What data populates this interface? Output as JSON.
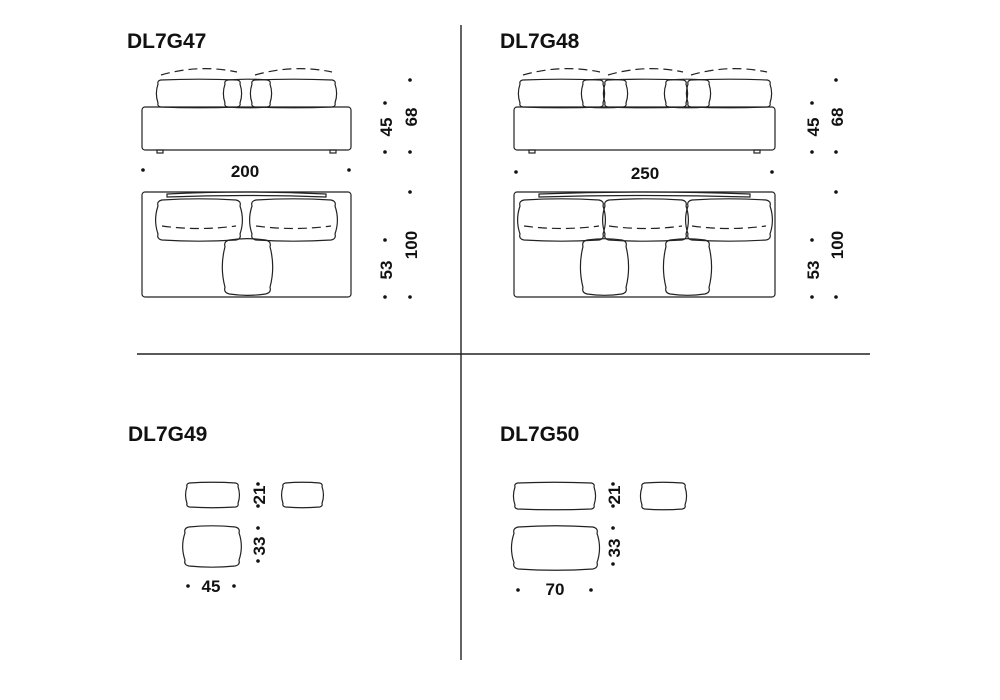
{
  "models": [
    {
      "code": "DL7G47",
      "width": "200",
      "seat_height": "45",
      "total_height": "68",
      "depth": "100",
      "seat_depth": "53"
    },
    {
      "code": "DL7G48",
      "width": "250",
      "seat_height": "45",
      "total_height": "68",
      "depth": "100",
      "seat_depth": "53"
    },
    {
      "code": "DL7G49",
      "width": "45",
      "small_height": "21",
      "large_height": "33"
    },
    {
      "code": "DL7G50",
      "width": "70",
      "small_height": "21",
      "large_height": "33"
    }
  ]
}
